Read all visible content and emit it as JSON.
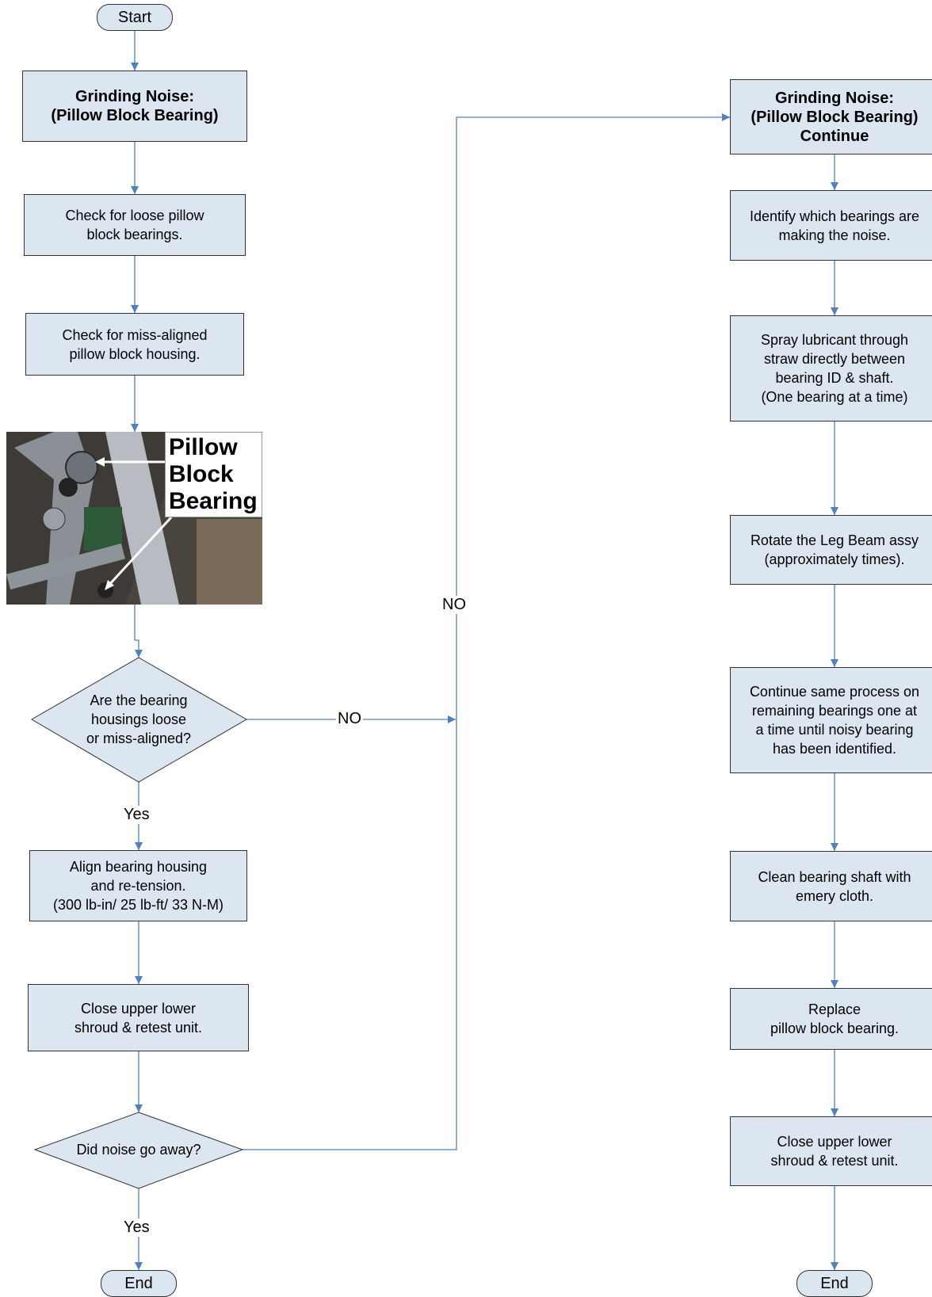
{
  "left": {
    "start": "Start",
    "title": "Grinding Noise:\n(Pillow Block Bearing)",
    "step1": "Check for loose pillow\nblock bearings.",
    "step2": "Check for miss-aligned\npillow block housing.",
    "photo_label": "Pillow\nBlock\nBearing",
    "decision1": "Are the bearing\nhousings loose\nor miss-aligned?",
    "decision1_no": "NO",
    "decision1_yes": "Yes",
    "step3": "Align bearing housing\nand re-tension.\n(300 lb-in/ 25 lb-ft/ 33 N-M)",
    "step4": "Close upper lower\nshroud & retest unit.",
    "decision2": "Did noise go away?",
    "decision2_yes": "Yes",
    "end": "End"
  },
  "connector_label": "NO",
  "right": {
    "title": "Grinding Noise:\n(Pillow Block Bearing)\nContinue",
    "step1": "Identify which bearings are\nmaking the noise.",
    "step2": "Spray lubricant through\nstraw directly between\nbearing ID & shaft.\n(One bearing at a time)",
    "step3": "Rotate the Leg Beam assy\n(approximately times).",
    "step4": "Continue same process on\nremaining bearings one at\na time until noisy bearing\nhas been identified.",
    "step5": "Clean bearing shaft with\nemery cloth.",
    "step6": "Replace\npillow block bearing.",
    "step7": "Close upper lower\nshroud & retest unit.",
    "end": "End"
  },
  "colors": {
    "fill": "#dce6f1",
    "line": "#4f81bd",
    "border": "#333333"
  }
}
